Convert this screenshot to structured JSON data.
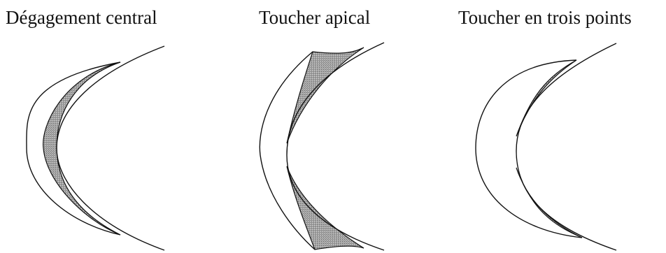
{
  "diagram": {
    "panels": [
      {
        "label": "Dégagement central"
      },
      {
        "label": "Toucher apical"
      },
      {
        "label": "Toucher en trois points"
      }
    ]
  }
}
